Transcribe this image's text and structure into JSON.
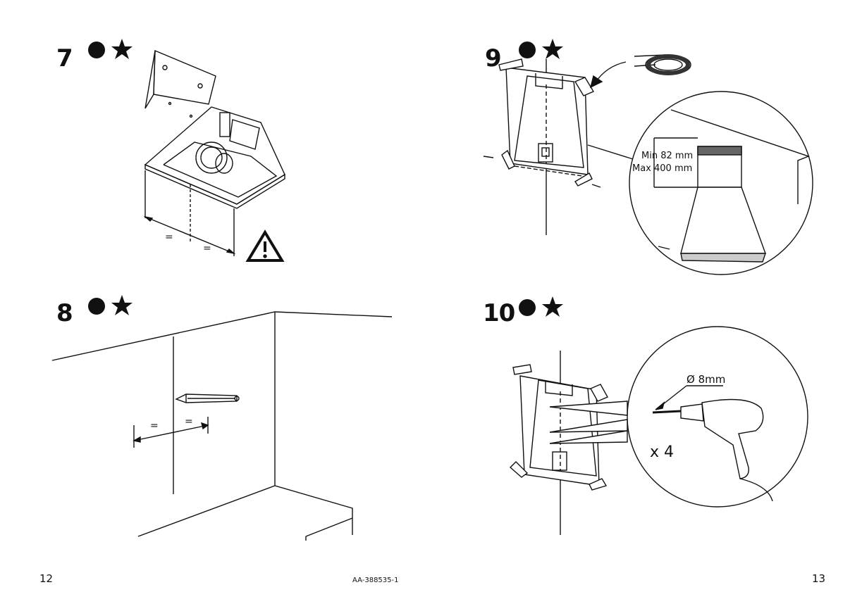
{
  "steps": [
    {
      "number": "7",
      "equals": [
        "=",
        "="
      ]
    },
    {
      "number": "8",
      "equals": [
        "=",
        "="
      ]
    },
    {
      "number": "9",
      "min_label": "Min 82 mm",
      "max_label": "Max 400 mm"
    },
    {
      "number": "10",
      "drill_size": "Ø 8mm",
      "quantity": "x 4"
    }
  ],
  "footer": {
    "left_page": "12",
    "right_page": "13",
    "doc_code": "AA-388535-1"
  },
  "icons": [
    "circle-icon",
    "star-icon",
    "warning-triangle-icon",
    "tape-roll-icon",
    "drill-icon",
    "pencil-icon"
  ]
}
